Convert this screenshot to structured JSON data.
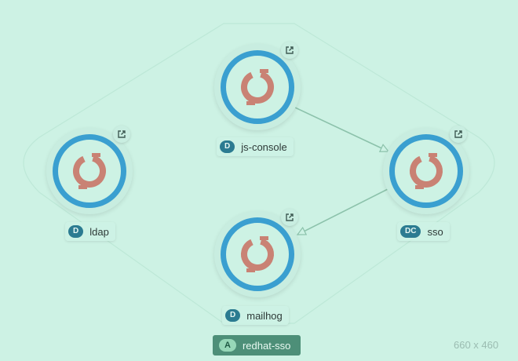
{
  "application": {
    "badge": "A",
    "name": "redhat-sso"
  },
  "nodes": [
    {
      "id": "js-console",
      "badge": "D",
      "name": "js-console"
    },
    {
      "id": "ldap",
      "badge": "D",
      "name": "ldap"
    },
    {
      "id": "sso",
      "badge": "DC",
      "name": "sso"
    },
    {
      "id": "mailhog",
      "badge": "D",
      "name": "mailhog"
    }
  ],
  "edges": [
    {
      "from": "js-console",
      "to": "sso"
    },
    {
      "from": "sso",
      "to": "mailhog"
    }
  ],
  "canvas_size_label": "660 x 460",
  "colors": {
    "background": "#cdf2e4",
    "ring": "#3a9fd0",
    "logo": "#c98274",
    "badge": "#2b7b91",
    "app_label": "#4d8f78",
    "edge": "#8cc2ab"
  },
  "icons": {
    "node_logo": "openshift-logo-icon",
    "external_link": "external-link-icon"
  }
}
